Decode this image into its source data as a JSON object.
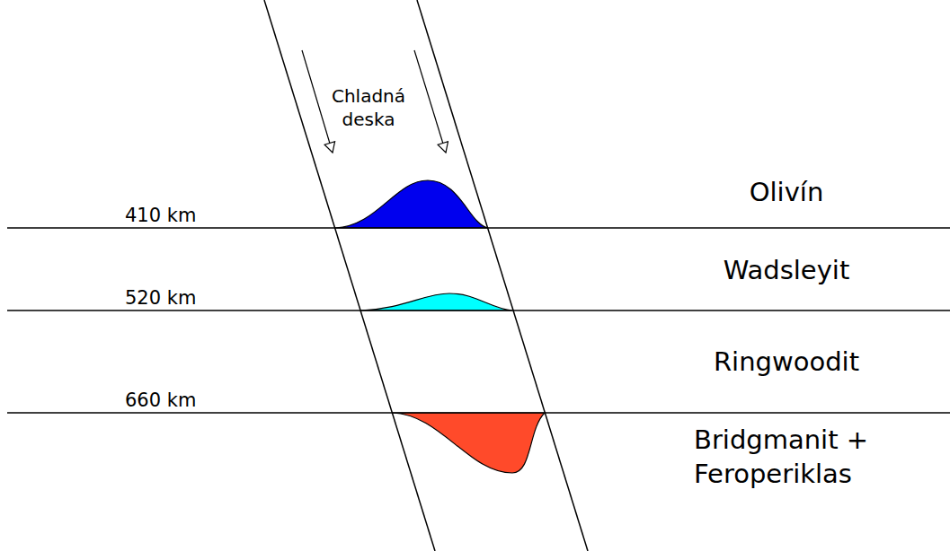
{
  "diagram": {
    "labels": [
      "Chladná deska",
      "410 km",
      "520 km",
      "660 km",
      "Olivín",
      "Wadsleyit",
      "Ringwoodit",
      "Bridgmanit + Feroperiklas"
    ]
  }
}
